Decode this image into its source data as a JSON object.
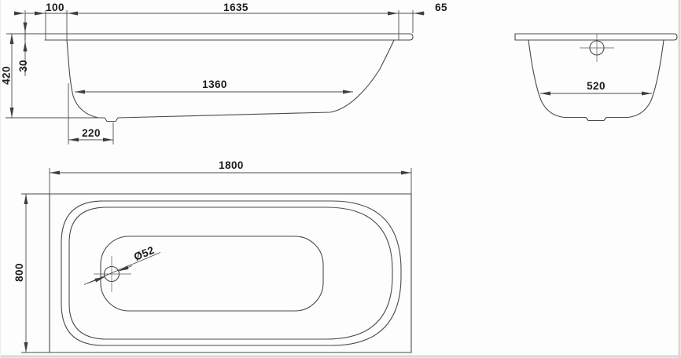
{
  "page": {
    "background": "#fdfdfd",
    "border_color": "#d7d7d7",
    "line_color": "#4a4a4a",
    "text_color": "#1b1b1b"
  },
  "views": {
    "side": {
      "title": "side-elevation-view",
      "dims": {
        "rim_overhang": "100",
        "rim_inner_length": "1635",
        "rim_end_width": "65",
        "rim_thickness": "30",
        "overall_height": "420",
        "bottom_inner_length": "1360",
        "drain_offset": "220"
      }
    },
    "end": {
      "title": "end-section-view",
      "dims": {
        "bottom_inner_width": "520"
      }
    },
    "plan": {
      "title": "top-plan-view",
      "dims": {
        "overall_length": "1800",
        "overall_width": "800",
        "drain_diameter": "Ø52"
      }
    }
  }
}
